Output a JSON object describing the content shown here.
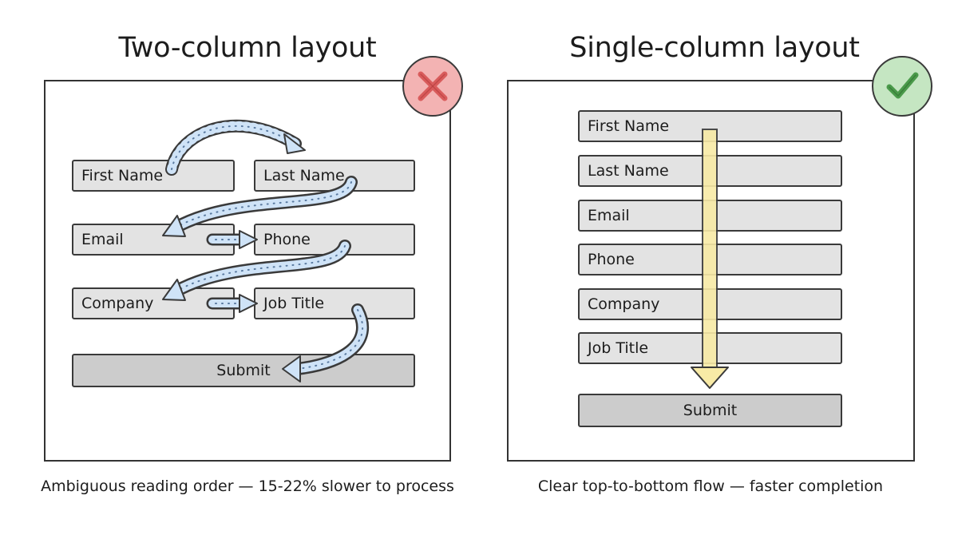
{
  "left": {
    "title": "Two-column layout",
    "caption": "Ambiguous reading order — 15-22% slower to process",
    "fields": [
      "First Name",
      "Last Name",
      "Email",
      "Phone",
      "Company",
      "Job Title"
    ],
    "submit": "Submit",
    "badge_icon": "x-mark-icon",
    "badge_color": "#f3b3b3",
    "arrow_color": "#cfe3f7"
  },
  "right": {
    "title": "Single-column layout",
    "caption": "Clear top-to-bottom flow — faster completion",
    "fields": [
      "First Name",
      "Last Name",
      "Email",
      "Phone",
      "Company",
      "Job Title"
    ],
    "submit": "Submit",
    "badge_icon": "check-mark-icon",
    "badge_color": "#c5e6c2",
    "arrow_color": "#f8eaa6"
  }
}
